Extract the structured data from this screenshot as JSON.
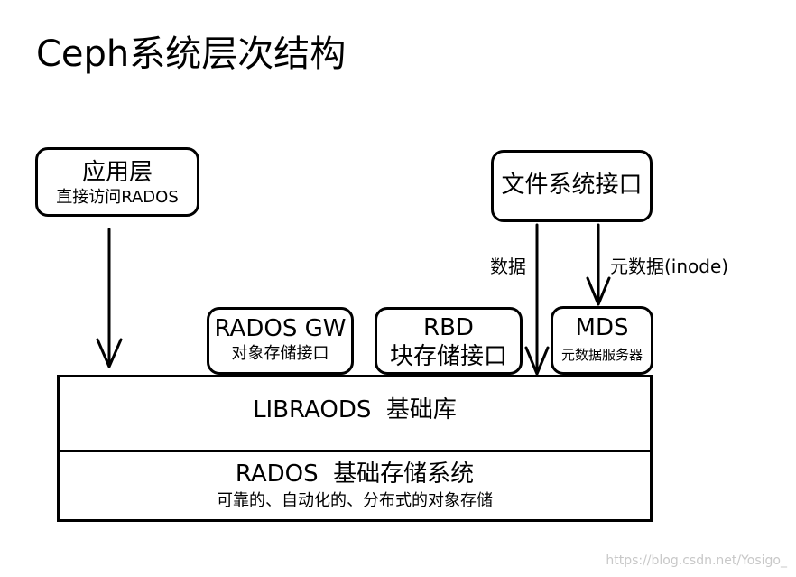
{
  "title": "Ceph系统层次结构",
  "nodes": {
    "app_layer": {
      "title": "应用层",
      "subtitle": "直接访问RADOS"
    },
    "file_interface": {
      "title": "文件系统接口"
    },
    "rados_gw": {
      "title": "RADOS GW",
      "subtitle": "对象存储接口"
    },
    "rbd": {
      "title": "RBD",
      "subtitle": "块存储接口"
    },
    "mds": {
      "title": "MDS",
      "subtitle": "元数据服务器"
    },
    "librados": {
      "title": "LIBRAODS  基础库"
    },
    "rados": {
      "title": "RADOS  基础存储系统",
      "subtitle": "可靠的、自动化的、分布式的对象存储"
    }
  },
  "edges": {
    "data_label": "数据",
    "metadata_label": "元数据(inode)"
  },
  "watermark": "https://blog.csdn.net/Yosigo_"
}
